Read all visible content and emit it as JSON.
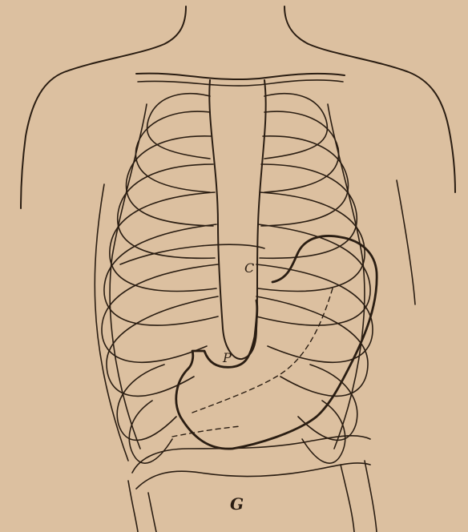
{
  "labels": {
    "c": "C",
    "p": "P",
    "g": "G"
  },
  "colors": {
    "paper": "#dcc0a0",
    "ink": "#2a1d12"
  }
}
